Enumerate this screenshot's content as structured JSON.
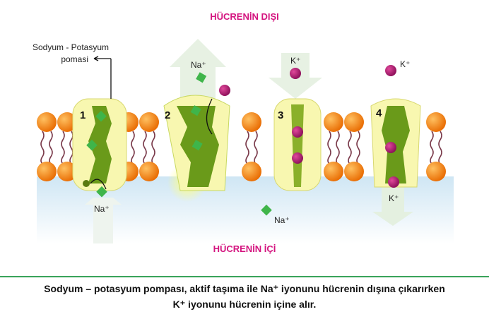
{
  "titles": {
    "outside": "HÜCRENİN DIŞI",
    "inside": "HÜCRENİN İÇİ"
  },
  "pump_label": {
    "line1": "Sodyum - Potasyum",
    "line2": "pomasi"
  },
  "steps": [
    "1",
    "2",
    "3",
    "4"
  ],
  "ions": {
    "na": "Na⁺",
    "k": "K⁺"
  },
  "caption": {
    "line1": "Sodyum – potasyum pompası, aktif taşıma ile Na⁺ iyonunu hücrenin dışına çıkarırken",
    "line2": "K⁺ iyonunu hücrenin içine alır."
  },
  "colors": {
    "title": "#d4147f",
    "head": "#f28a1a",
    "protein": "#f8f7b0",
    "channel": "#6a9a1a",
    "na": "#3fb54a",
    "k": "#a3146a",
    "rule": "#3aa35b"
  }
}
